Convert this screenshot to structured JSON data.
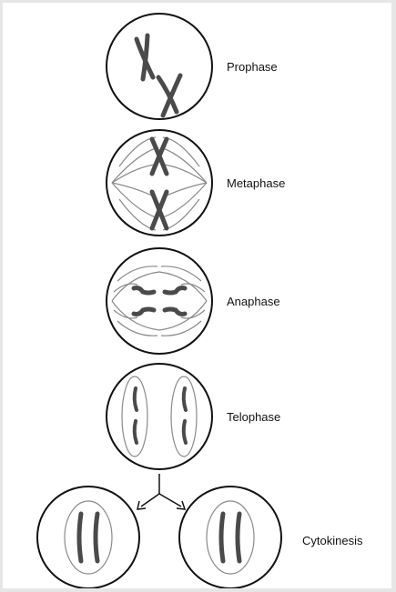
{
  "colors": {
    "outline": "#111111",
    "chromosome": "#4a4a4a",
    "spindle": "#8a8a8a",
    "background": "#ffffff",
    "frame": "#e6e6e6"
  },
  "stages": [
    {
      "label": "Prophase"
    },
    {
      "label": "Metaphase"
    },
    {
      "label": "Anaphase"
    },
    {
      "label": "Telophase"
    },
    {
      "label": "Cytokinesis"
    }
  ]
}
